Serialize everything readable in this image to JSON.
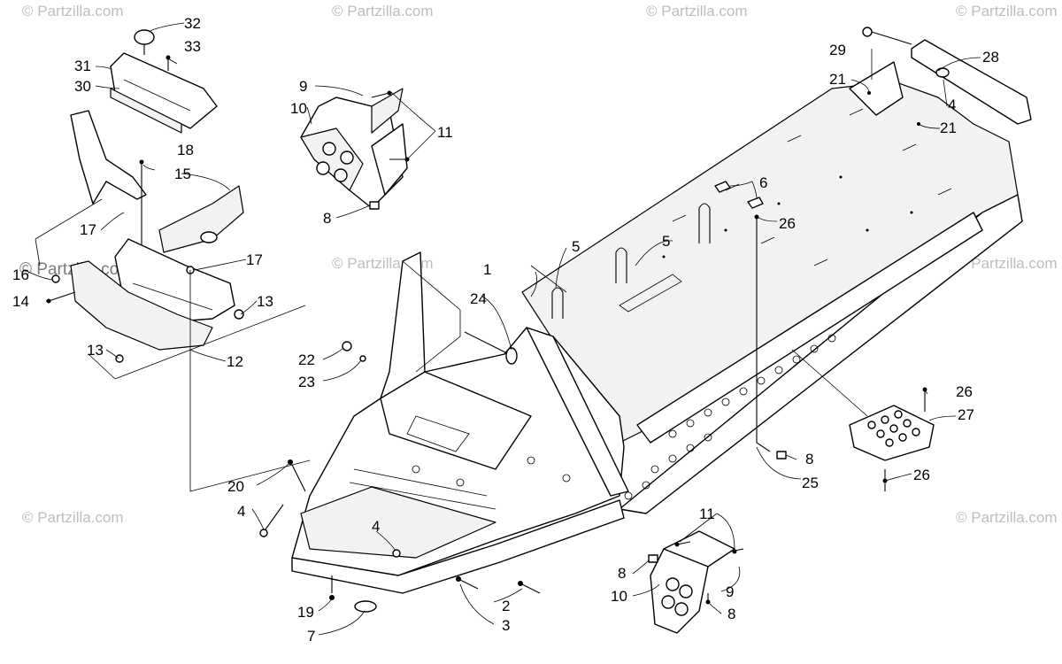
{
  "watermark": {
    "text": "© Partzilla.com",
    "color": "#bdbdbd"
  },
  "callouts": {
    "c1": "1",
    "c2": "2",
    "c3": "3",
    "c4a": "4",
    "c4b": "4",
    "c4c": "4",
    "c5a": "5",
    "c5b": "5",
    "c6": "6",
    "c7": "7",
    "c8a": "8",
    "c8b": "8",
    "c8c": "8",
    "c8d": "8",
    "c9a": "9",
    "c9b": "9",
    "c10a": "10",
    "c10b": "10",
    "c11a": "11",
    "c11b": "11",
    "c12": "12",
    "c13a": "13",
    "c13b": "13",
    "c14": "14",
    "c15": "15",
    "c16": "16",
    "c17a": "17",
    "c17b": "17",
    "c18": "18",
    "c19": "19",
    "c20": "20",
    "c21a": "21",
    "c21b": "21",
    "c22": "22",
    "c23": "23",
    "c24": "24",
    "c25": "25",
    "c26a": "26",
    "c26b": "26",
    "c26c": "26",
    "c27": "27",
    "c28": "28",
    "c29": "29",
    "c30": "30",
    "c31": "31",
    "c32": "32",
    "c33": "33"
  }
}
